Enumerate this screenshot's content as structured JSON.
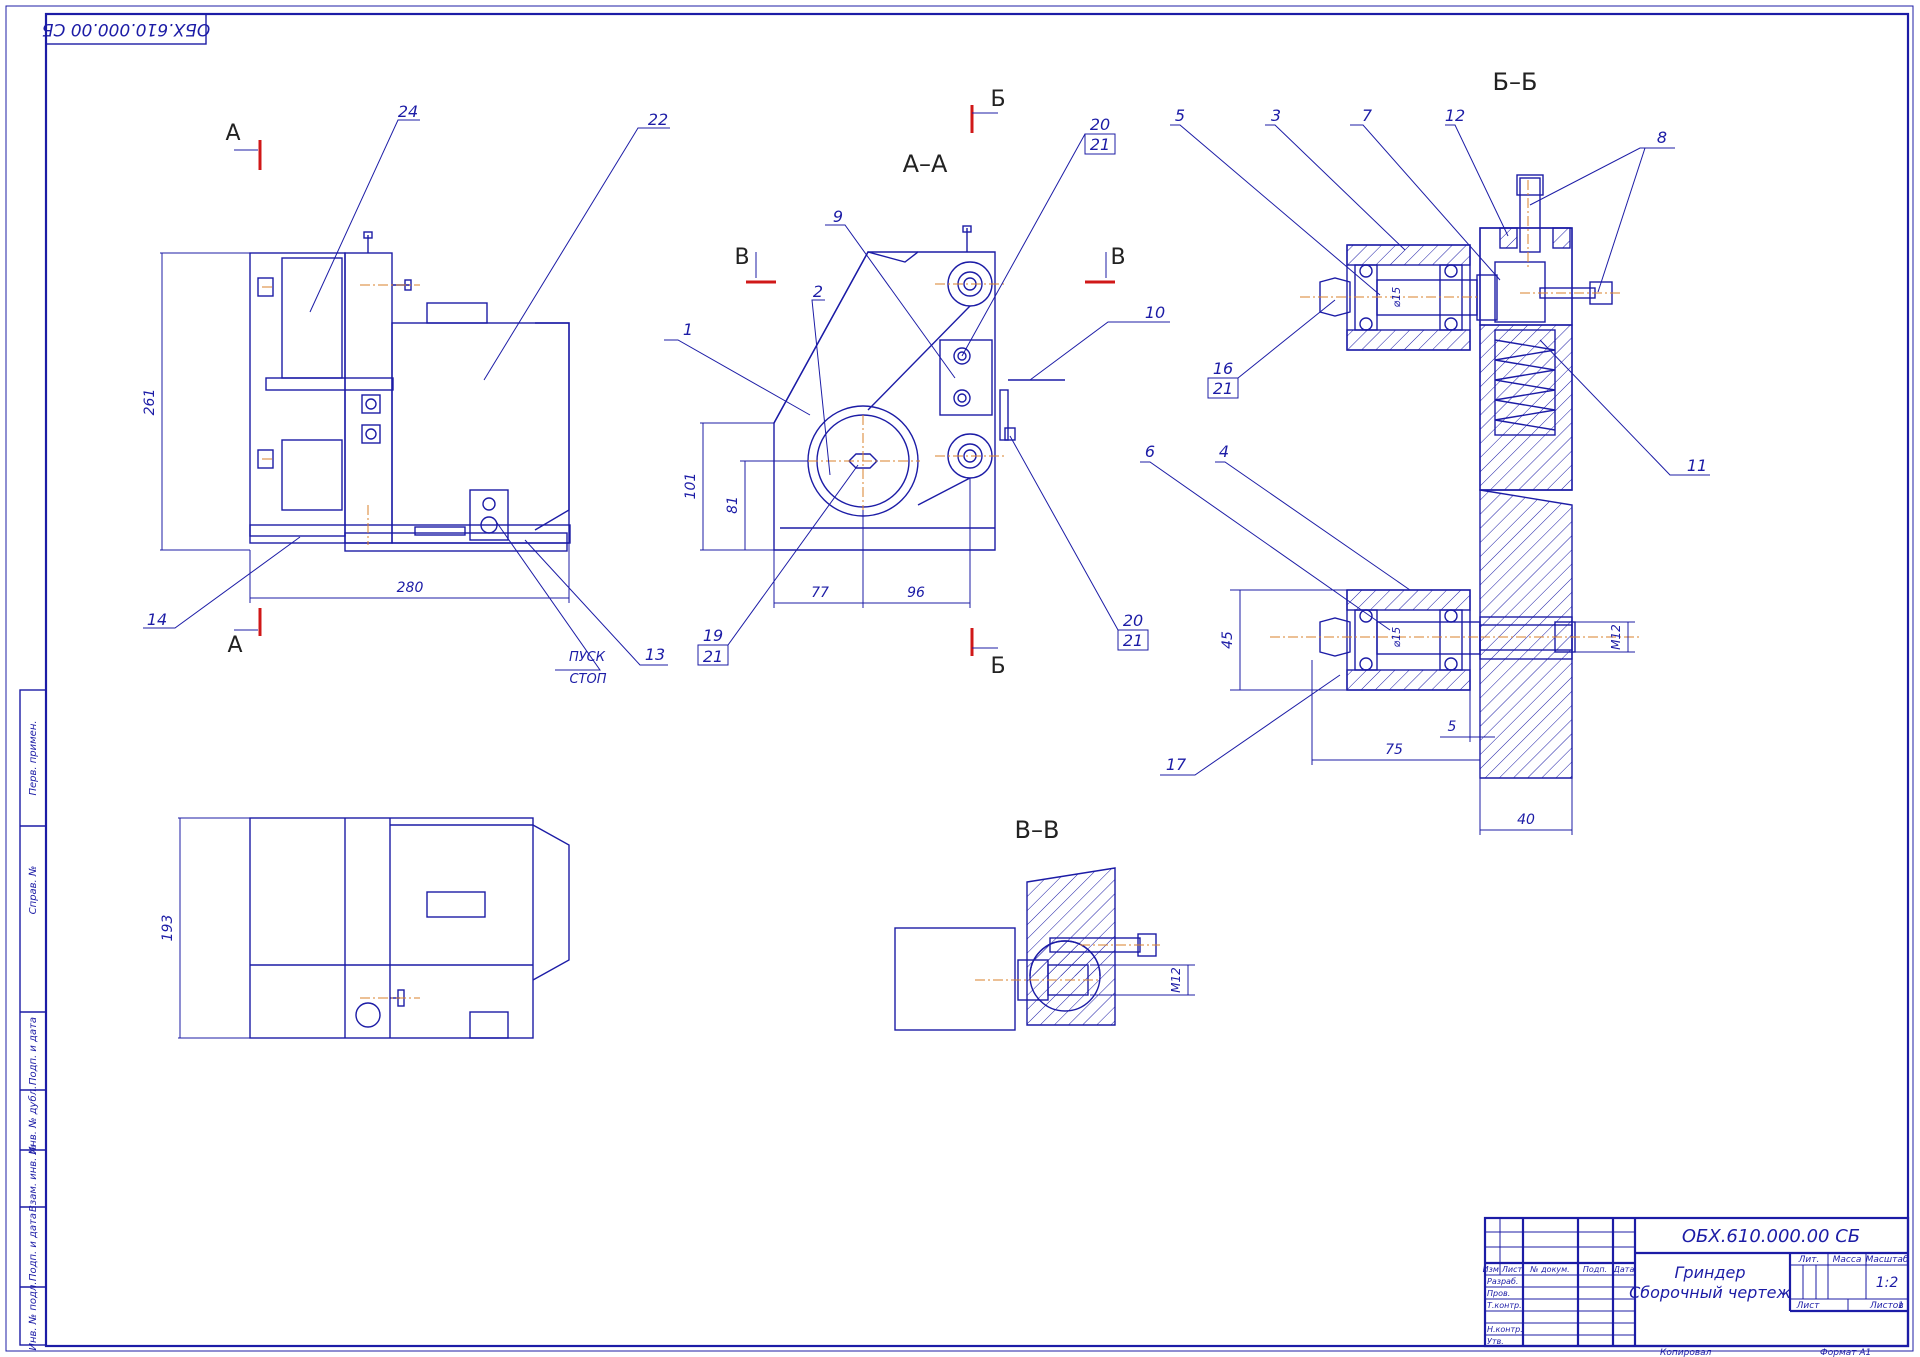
{
  "document_code": "ОБХ.610.000.00 СБ",
  "stamp_code_rotated": "ОБХ.610.000.00 СБ",
  "section_labels": {
    "a": "А",
    "b": "Б",
    "v": "В",
    "aa": "А–А",
    "bb": "Б–Б",
    "vv": "В–В"
  },
  "part_numbers": {
    "p1": "1",
    "p2": "2",
    "p3": "3",
    "p4": "4",
    "p5": "5",
    "p6": "6",
    "p7": "7",
    "p8": "8",
    "p9": "9",
    "p10": "10",
    "p11": "11",
    "p12": "12",
    "p13": "13",
    "p14": "14",
    "p17": "17",
    "p22": "22",
    "p24": "24",
    "p16_top": "16",
    "p16_bottom": "21",
    "p19_top": "19",
    "p19_bottom": "21",
    "p20a_top": "20",
    "p20a_bottom": "21",
    "p20b_top": "20",
    "p20b_bottom": "21"
  },
  "dimensions": {
    "d261": "261",
    "d280": "280",
    "d193": "193",
    "d101": "101",
    "d81": "81",
    "d77": "77",
    "d96": "96",
    "d45": "45",
    "d75": "75",
    "d5": "5",
    "d40": "40",
    "m12_a": "М12",
    "m12_b": "М12",
    "phi15_a": "⌀15",
    "phi15_b": "⌀15"
  },
  "switch_label_start": "ПУСК",
  "switch_label_stop": "СТОП",
  "side_strip": [
    "Перв. примен.",
    "Справ. №",
    "Подп. и дата",
    "Инв. № дубл.",
    "Взам. инв. №",
    "Подп. и дата",
    "Инв. № подл."
  ],
  "title_block": {
    "code": "ОБХ.610.000.00 СБ",
    "name_line1": "Гриндер",
    "name_line2": "Сборочный чертеж",
    "col_izm": "Изм.",
    "col_list": "Лист",
    "col_doc": "№ докум.",
    "col_podp": "Подп.",
    "col_data": "Дата",
    "row_razrab": "Разраб.",
    "row_prov": "Пров.",
    "row_tkontr": "Т.контр.",
    "row_nkontr": "Н.контр.",
    "row_utv": "Утв.",
    "lit_label": "Лит.",
    "mass_label": "Масса",
    "scale_label": "Масштаб",
    "scale_value": "1:2",
    "sheet_label": "Лист",
    "sheets_label": "Листов",
    "sheets_value": "1",
    "copied": "Копировал",
    "format": "Формат    А1"
  }
}
